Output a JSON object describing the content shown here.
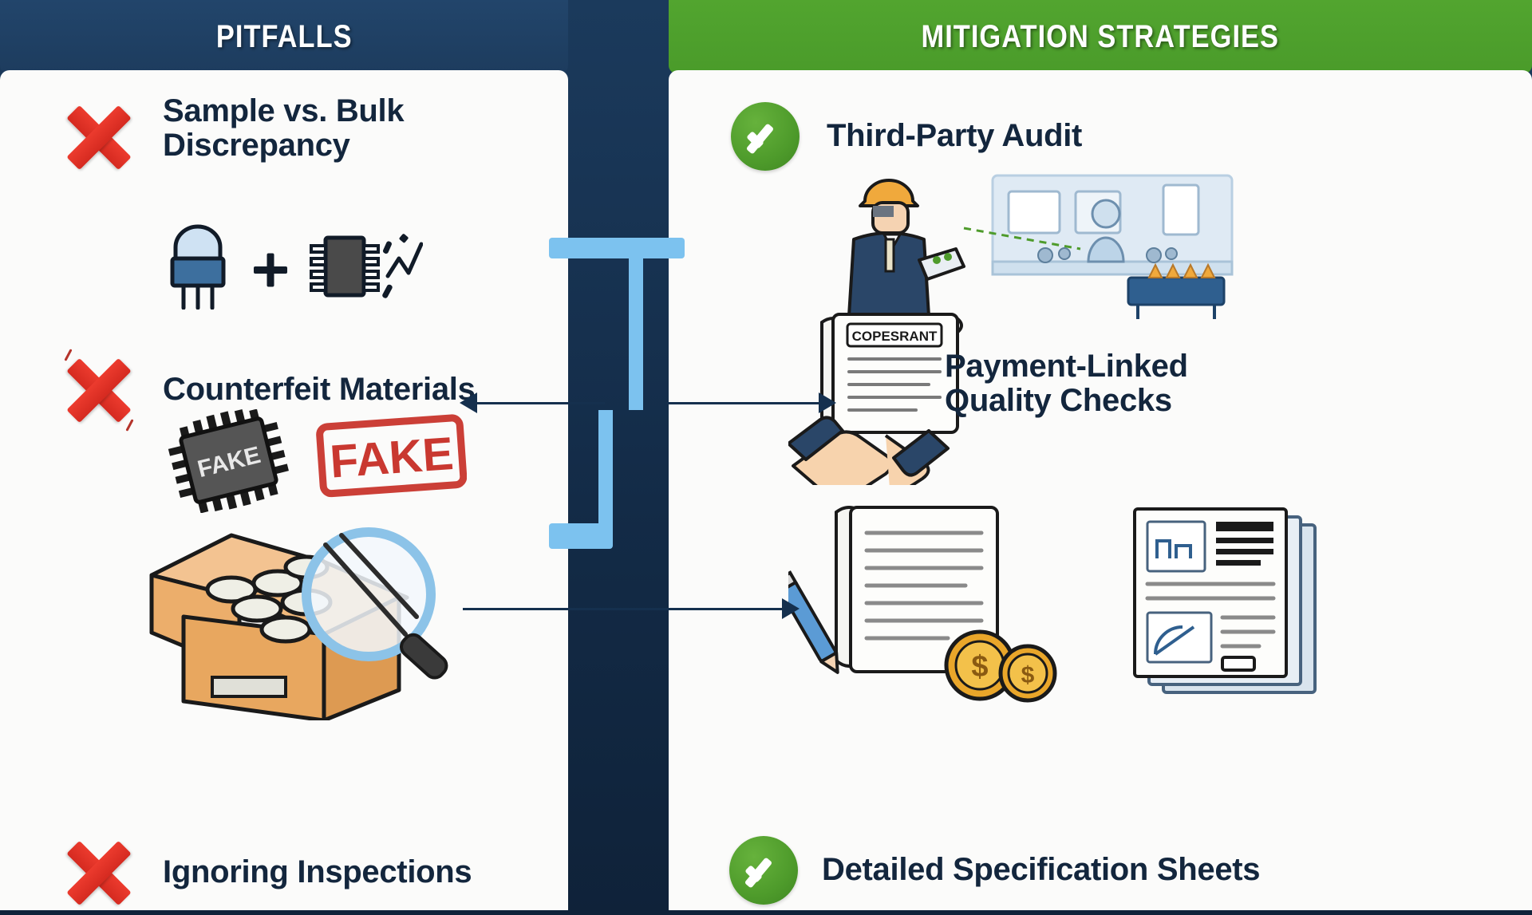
{
  "colors": {
    "navy": "#15304e",
    "panel_bg": "#fbfbfa",
    "red": "#d52a20",
    "green": "#4e9b2b",
    "light_blue": "#7cc2ef",
    "text_navy": "#13263d",
    "cardboard": "#f0b97c"
  },
  "columns": {
    "left": {
      "title": "PITFALLS"
    },
    "right": {
      "title": "MITIGATION STRATEGIES"
    }
  },
  "pitfalls": [
    {
      "id": "sample-vs-bulk",
      "icon": "red-x-icon",
      "label_lines": [
        "Sample vs. Bulk",
        "Discrepancy"
      ],
      "illustration": "transistor-plus-chip-icon"
    },
    {
      "id": "counterfeit-materials",
      "icon": "red-x-icon",
      "label_lines": [
        "Counterfeit Materials"
      ],
      "illustration": "fake-chip-and-stamp-icon",
      "chip_text": "FAKE",
      "stamp_text": "FAKE"
    },
    {
      "id": "ignoring-inspections",
      "icon": "red-x-icon",
      "label_lines": [
        "Ignoring Inspections"
      ],
      "illustration": "open-box-with-magnifier-icon"
    }
  ],
  "mitigations": [
    {
      "id": "third-party-audit",
      "icon": "green-check-icon",
      "label_lines": [
        "Third-Party Audit"
      ],
      "illustration": "inspector-at-factory-icon"
    },
    {
      "id": "payment-linked-quality-checks",
      "icon": "handshake-icon",
      "label_lines": [
        "Payment-Linked",
        "Quality Checks"
      ],
      "illustration": "contract-handshake-icon",
      "document_header": "COPESRANT"
    },
    {
      "id": "detailed-specification-sheets",
      "icon": "green-check-icon",
      "label_lines": [
        "Detailed Specification Sheets"
      ],
      "illustration": "spec-sheets-and-coins-icon",
      "coin_symbol": "$"
    }
  ],
  "connectors": {
    "arrow_to_left": "arrow-pointing-left",
    "arrow_to_right_upper": "arrow-pointing-right",
    "arrow_to_right_lower": "arrow-pointing-right"
  }
}
